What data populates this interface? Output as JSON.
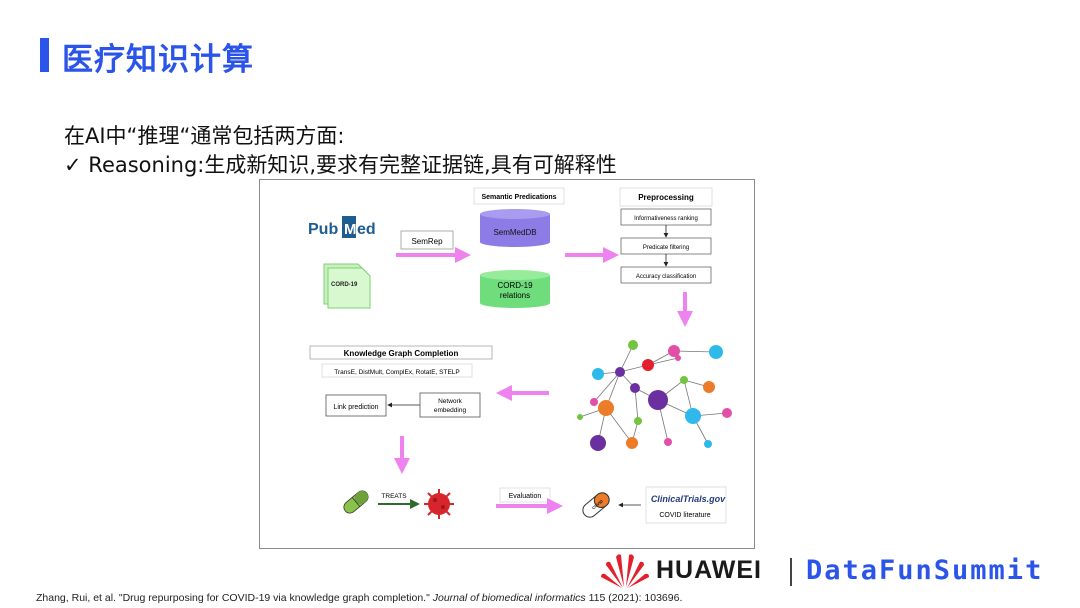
{
  "slide": {
    "title": "医疗知识计算",
    "line1": "在AI中“推理“通常包括两方面:",
    "check": "✓",
    "line2": "Reasoning:生成新知识,要求有完整证据链,具有可解释性"
  },
  "figure": {
    "pubmed_pub": "Pub",
    "pubmed_m": "M",
    "pubmed_ed": "ed",
    "cord19": "CORD-19",
    "semrep": "SemRep",
    "semantic_predications": "Semantic Predications",
    "semmeddb": "SemMedDB",
    "cord19_relations_1": "CORD-19",
    "cord19_relations_2": "relations",
    "preprocessing": "Preprocessing",
    "step1": "Informativeness ranking",
    "step2": "Predicate filtering",
    "step3": "Accuracy classification",
    "kgc_title": "Knowledge Graph Completion",
    "kgc_models": "TransE, DistMult, ComplEx, RotatE, STELP",
    "link_prediction": "Link prediction",
    "network_embedding_1": "Network",
    "network_embedding_2": "embedding",
    "treats": "TREATS",
    "evaluation": "Evaluation",
    "clinicaltrials": "ClinicalTrials.gov",
    "covid_literature": "COVID literature",
    "drug_label": "COVID"
  },
  "footer": {
    "ref_main": "Zhang, Rui, et al. \"Drug repurposing for COVID-19 via knowledge graph completion.\" ",
    "ref_journal": "Journal of biomedical informatics",
    "ref_tail": " 115 (2021): 103696.",
    "brand": "HUAWEI",
    "summit": "DataFunSummit"
  },
  "colors": {
    "accent": "#2b55e8",
    "arrow": "#ee82ee",
    "huawei_red": "#e3202d"
  }
}
